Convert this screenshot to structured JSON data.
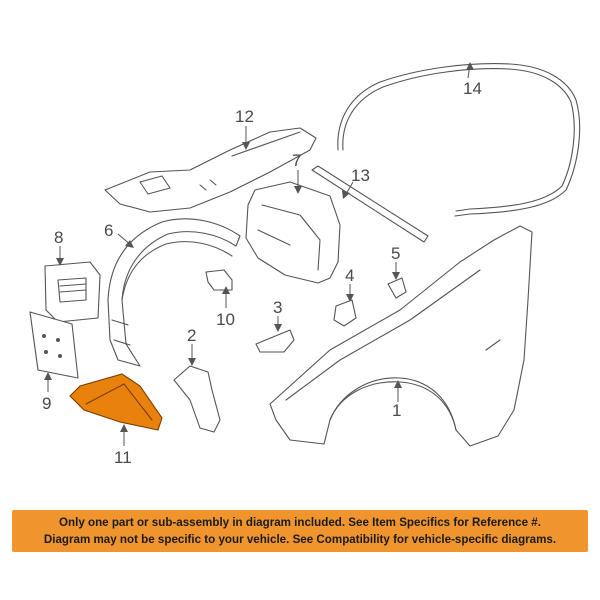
{
  "colors": {
    "highlight_part": "#e8820c",
    "banner_background": "#f0952e",
    "line_art": "#555555"
  },
  "callouts": {
    "c1": "1",
    "c2": "2",
    "c3": "3",
    "c4": "4",
    "c5": "5",
    "c6": "6",
    "c7": "7",
    "c8": "8",
    "c9": "9",
    "c10": "10",
    "c11": "11",
    "c12": "12",
    "c13": "13",
    "c14": "14"
  },
  "highlighted_part": "11",
  "banner": {
    "line1": "Only one part or sub-assembly in diagram included. See Item Specifics for Reference #.",
    "line2": "Diagram may not be specific to your vehicle. See Compatibility for vehicle-specific diagrams."
  }
}
